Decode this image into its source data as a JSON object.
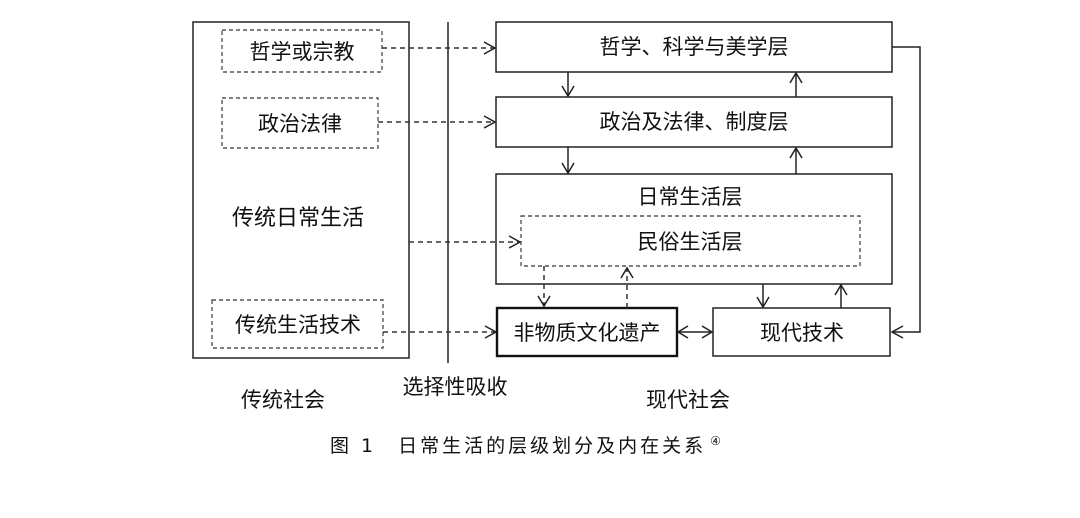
{
  "traditional": {
    "philosophy_religion": "哲学或宗教",
    "politics_law": "政治法律",
    "daily_life": "传统日常生活",
    "life_technique": "传统生活技术"
  },
  "modern": {
    "layer_philosophy": "哲学、科学与美学层",
    "layer_politics": "政治及法律、制度层",
    "layer_daily": "日常生活层",
    "layer_folk": "民俗生活层",
    "intangible_heritage": "非物质文化遗产",
    "modern_technology": "现代技术"
  },
  "labels": {
    "traditional_society": "传统社会",
    "selective_absorption": "选择性吸收",
    "modern_society": "现代社会"
  },
  "caption": {
    "text": "图 1　日常生活的层级划分及内在关系",
    "footnote": "④"
  }
}
